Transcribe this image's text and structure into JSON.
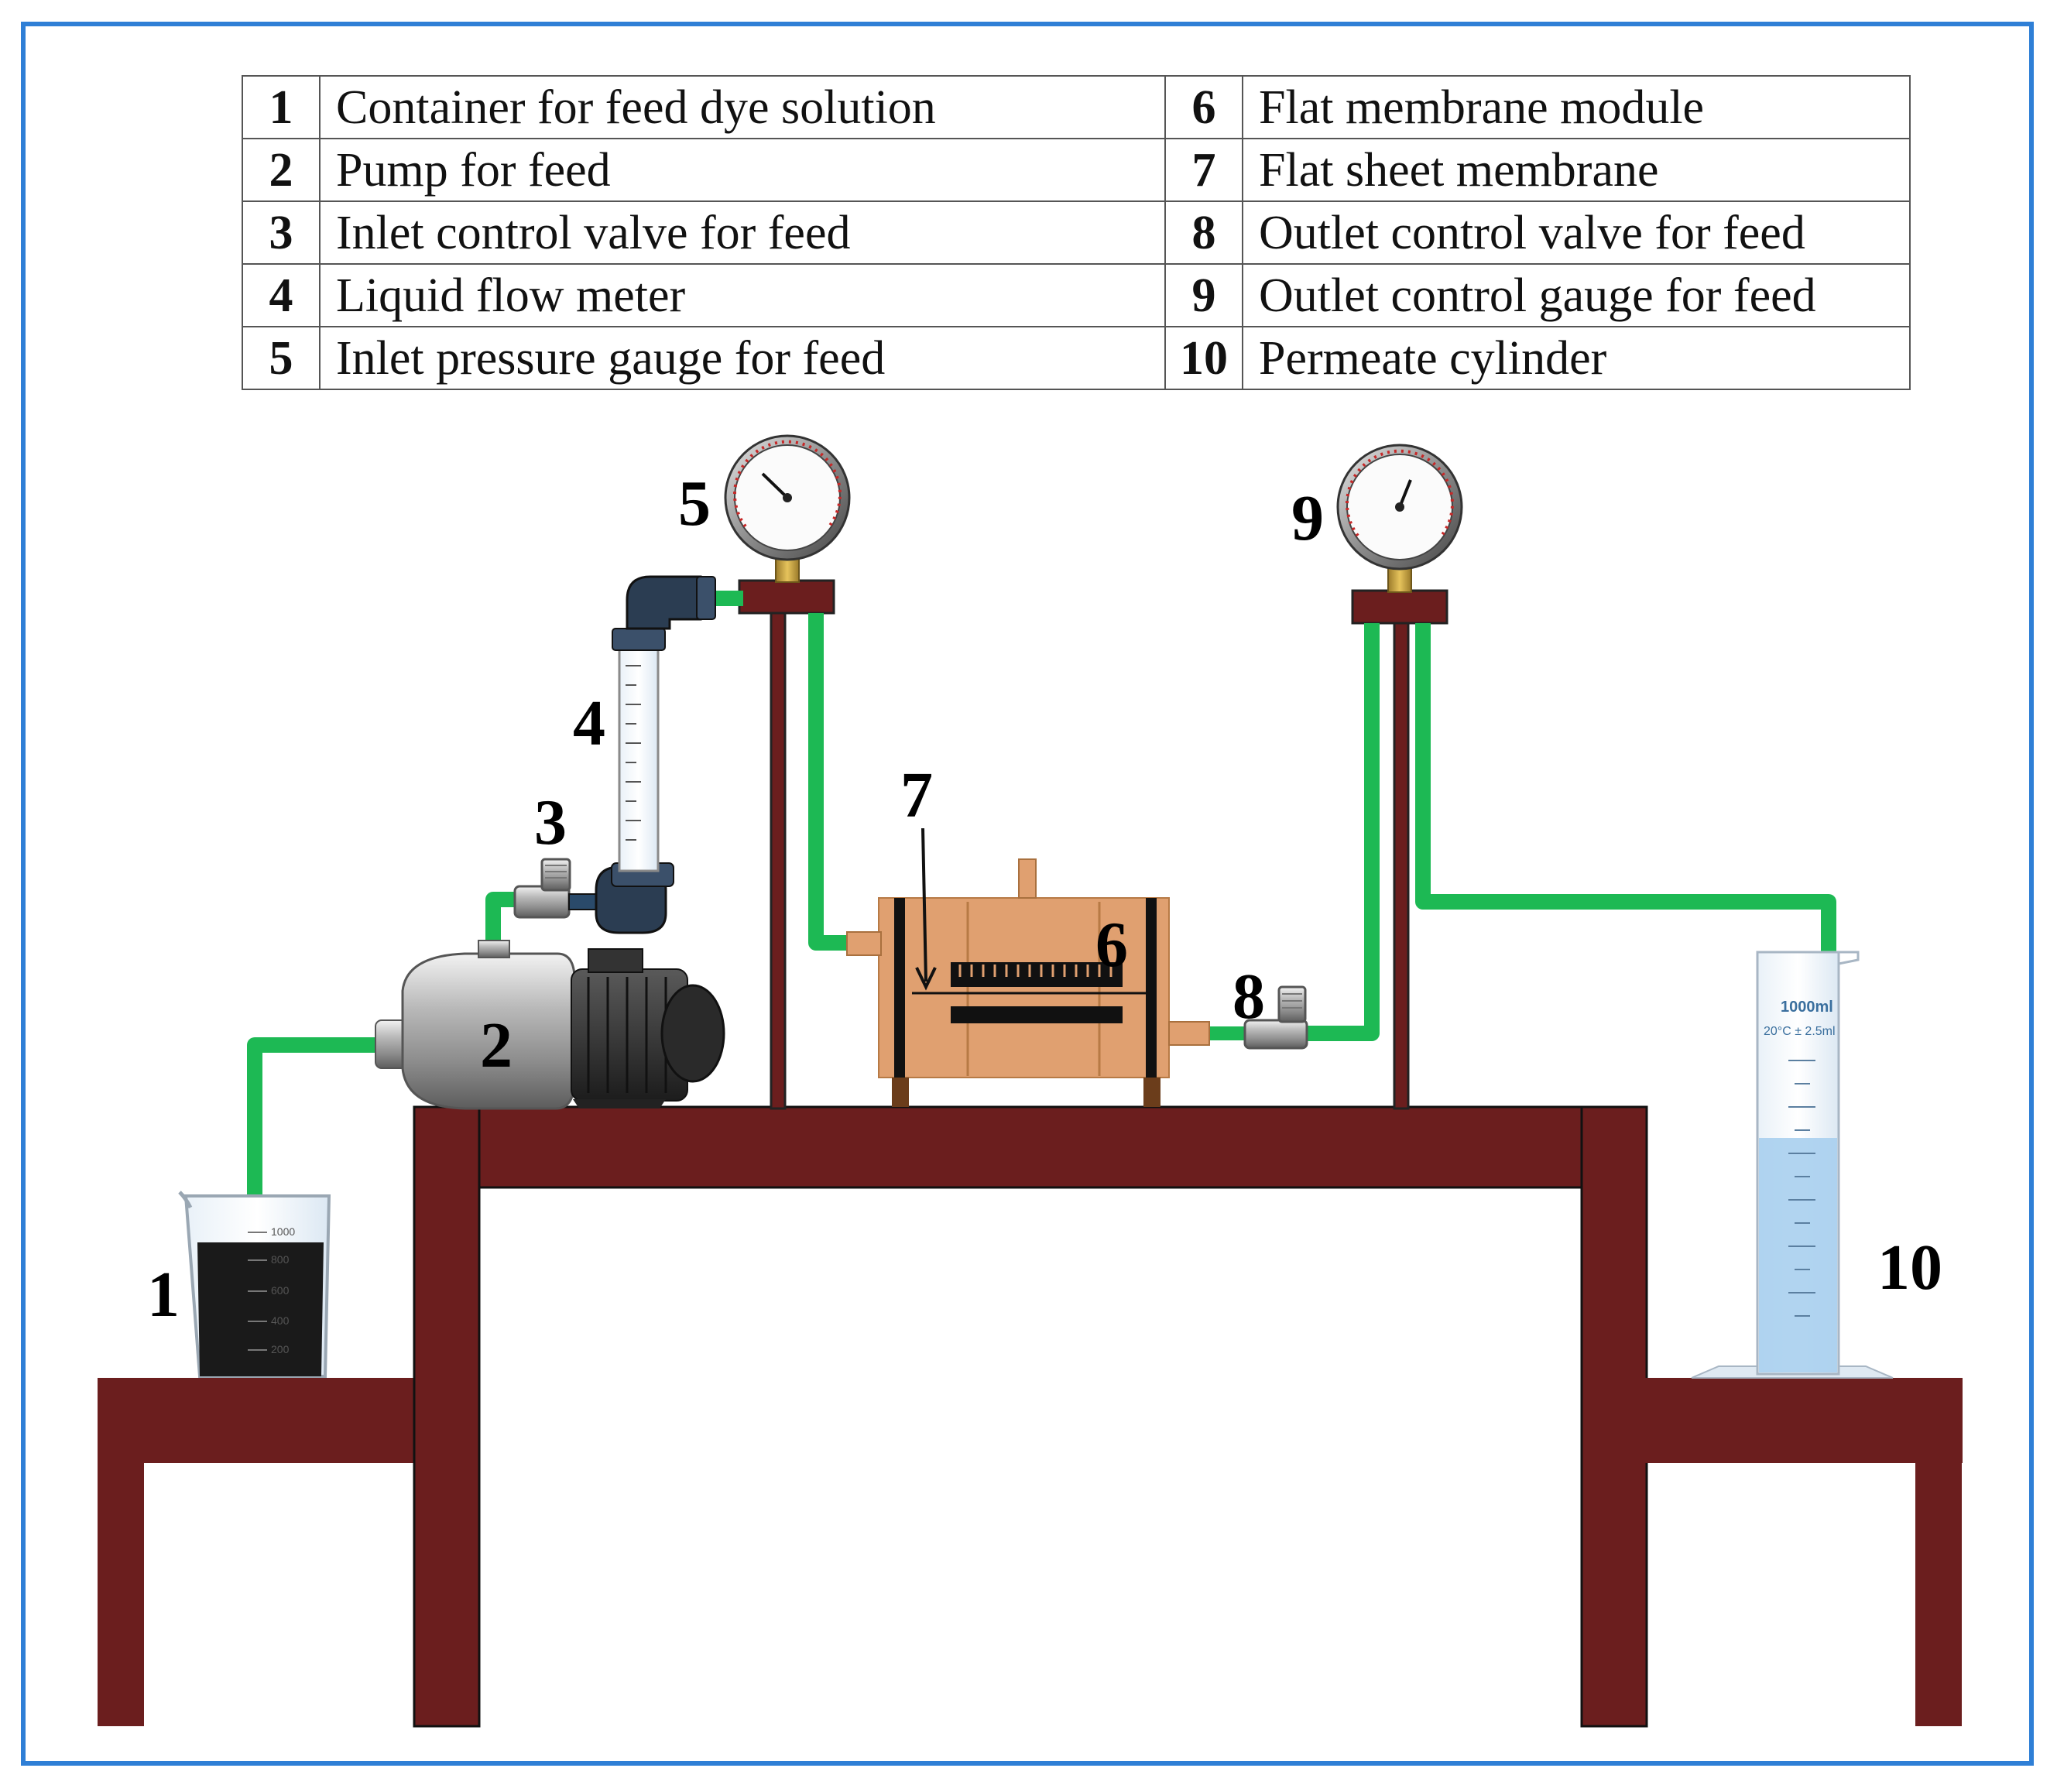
{
  "legend": [
    {
      "num": "1",
      "text": "Container for feed dye solution"
    },
    {
      "num": "2",
      "text": "Pump for feed"
    },
    {
      "num": "3",
      "text": "Inlet control valve for feed"
    },
    {
      "num": "4",
      "text": "Liquid flow meter"
    },
    {
      "num": "5",
      "text": "Inlet pressure gauge for feed"
    },
    {
      "num": "6",
      "text": "Flat membrane module"
    },
    {
      "num": "7",
      "text": "Flat sheet membrane"
    },
    {
      "num": "8",
      "text": "Outlet control valve for feed"
    },
    {
      "num": "9",
      "text": "Outlet control gauge for feed"
    },
    {
      "num": "10",
      "text": "Permeate cylinder"
    }
  ],
  "callouts": {
    "c1": "1",
    "c2": "2",
    "c3": "3",
    "c4": "4",
    "c5": "5",
    "c6": "6",
    "c7": "7",
    "c8": "8",
    "c9": "9",
    "c10": "10"
  },
  "beaker": {
    "ticks": [
      "1000",
      "800",
      "600",
      "400",
      "200"
    ]
  },
  "cylinder": {
    "top_text": "1000ml",
    "spec_text": "20°C ± 2.5ml"
  },
  "colors": {
    "frame": "#2f7fd6",
    "table": "#6b1e1e",
    "tube": "#1db954",
    "module": "#e0a070",
    "feed_solution": "#1a1a1a",
    "permeate": "#a8cfee"
  }
}
